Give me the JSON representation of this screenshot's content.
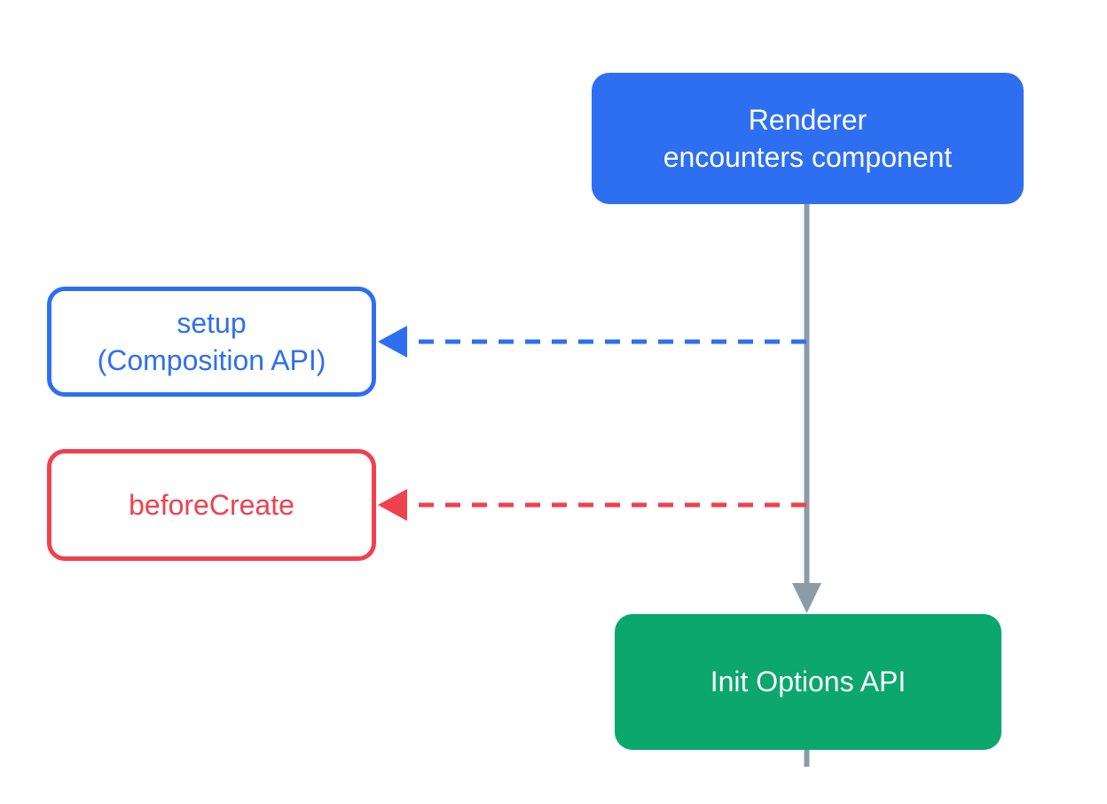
{
  "nodes": {
    "renderer": {
      "label": "Renderer\nencounters component",
      "type": "filled",
      "color": "blue"
    },
    "setup": {
      "label": "setup\n(Composition API)",
      "type": "outlined",
      "color": "blue"
    },
    "before_create": {
      "label": "beforeCreate",
      "type": "outlined",
      "color": "red"
    },
    "init_options": {
      "label": "Init Options API",
      "type": "filled",
      "color": "green"
    }
  },
  "edges": [
    {
      "from": "renderer",
      "to": "init_options",
      "style": "solid",
      "color": "gray",
      "arrow": "down"
    },
    {
      "from": "renderer_flow_line",
      "to": "setup",
      "style": "dashed",
      "color": "blue",
      "arrow": "left"
    },
    {
      "from": "renderer_flow_line",
      "to": "before_create",
      "style": "dashed",
      "color": "red",
      "arrow": "left"
    },
    {
      "from": "init_options",
      "to": "continues-below",
      "style": "solid",
      "color": "gray",
      "arrow": "none"
    }
  ],
  "colors": {
    "blue": "#2e6ff2",
    "red": "#ef414e",
    "green": "#0ba76c",
    "gray": "#8b9ba8",
    "white": "#ffffff"
  }
}
